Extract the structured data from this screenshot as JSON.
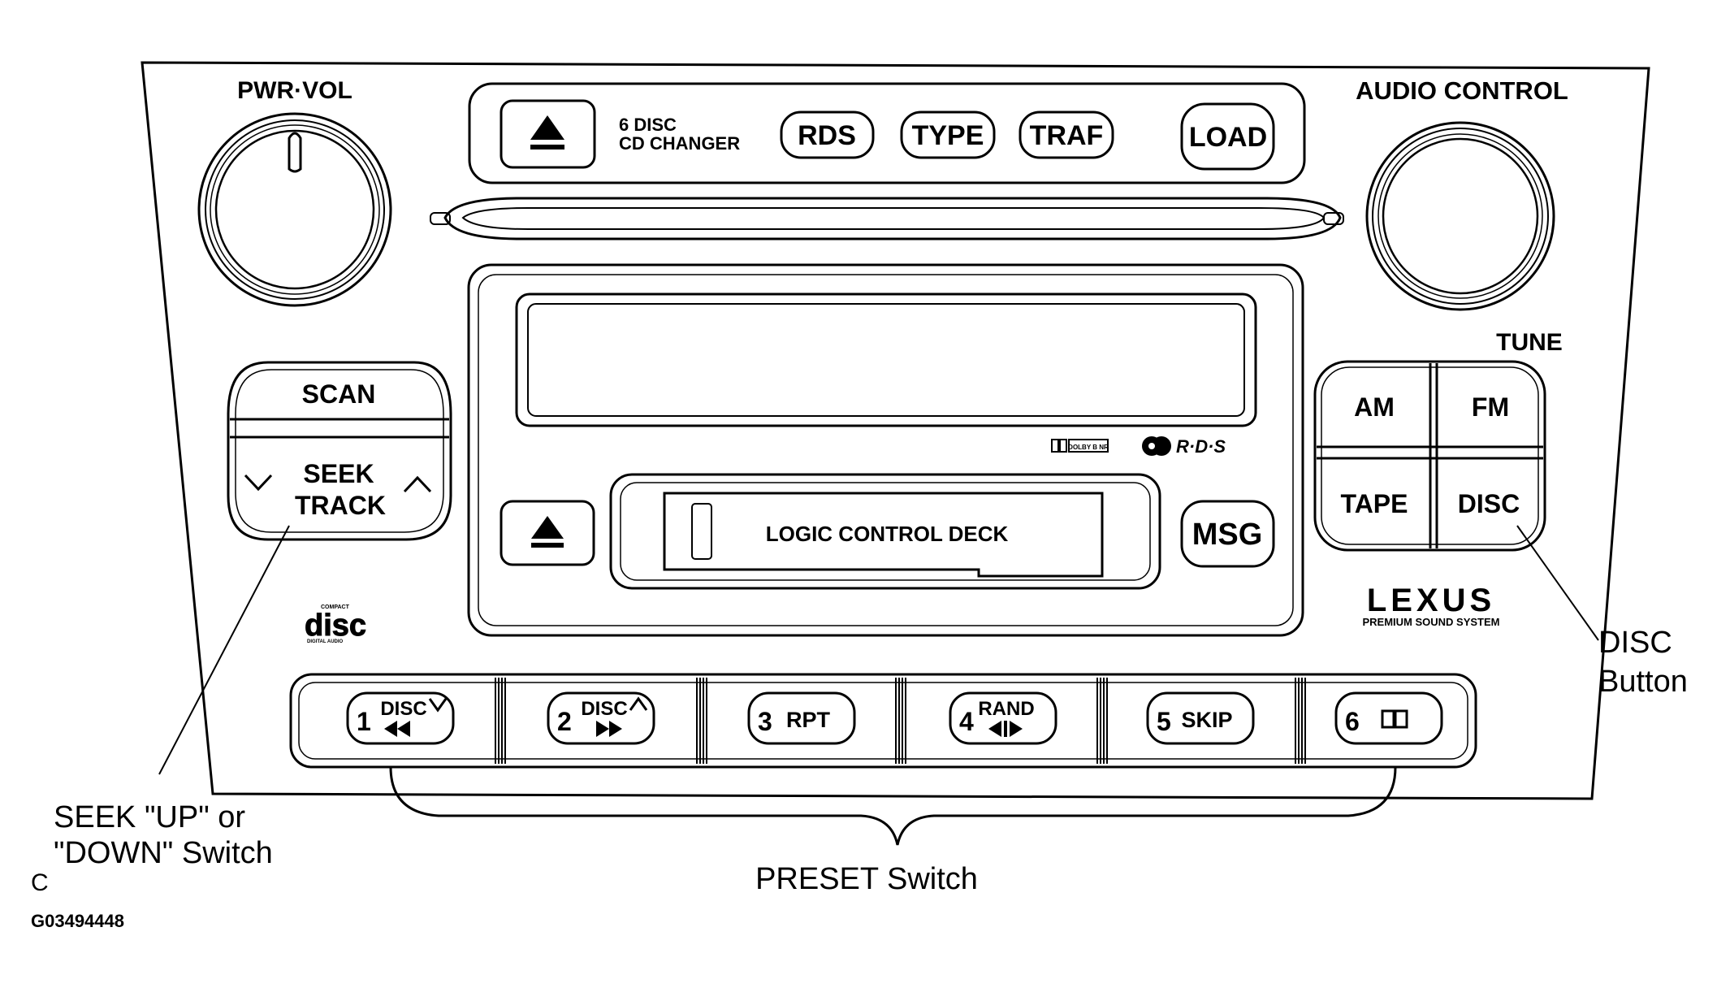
{
  "knobs": {
    "power_volume_label": "PWR·VOL",
    "audio_control_label": "AUDIO CONTROL",
    "tune_label": "TUNE"
  },
  "changer": {
    "eject_icon": "eject-icon",
    "label_line1": "6 DISC",
    "label_line2": "CD CHANGER",
    "buttons": [
      "RDS",
      "TYPE",
      "TRAF",
      "LOAD"
    ]
  },
  "left_controls": {
    "scan_label": "SCAN",
    "seek_label": "SEEK",
    "track_label": "TRACK"
  },
  "cassette": {
    "eject_icon": "eject-icon",
    "deck_label": "LOGIC CONTROL DECK",
    "msg_label": "MSG",
    "badges": {
      "dolby_text": "DOLBY B NR",
      "rds_text": "R·D·S"
    }
  },
  "source_buttons": [
    "AM",
    "FM",
    "TAPE",
    "DISC"
  ],
  "brand": {
    "logo_text": "LEXUS",
    "tagline": "PREMIUM SOUND SYSTEM"
  },
  "compact_disc_logo": {
    "top": "COMPACT",
    "main": "disc",
    "bottom": "DIGITAL AUDIO"
  },
  "presets": [
    {
      "number": "1",
      "label": "DISC",
      "icon": "rewind-icon"
    },
    {
      "number": "2",
      "label": "DISC",
      "icon": "fast-forward-icon"
    },
    {
      "number": "3",
      "label": "RPT",
      "icon": ""
    },
    {
      "number": "4",
      "label": "RAND",
      "icon": "random-icon"
    },
    {
      "number": "5",
      "label": "SKIP",
      "icon": ""
    },
    {
      "number": "6",
      "label": "",
      "icon": "dolby-icon"
    }
  ],
  "callouts": {
    "seek_line1": "SEEK \"UP\" or",
    "seek_line2": "\"DOWN\" Switch",
    "preset": "PRESET Switch",
    "disc_line1": "DISC",
    "disc_line2": "Button"
  },
  "figure": {
    "letter": "C",
    "id": "G03494448"
  }
}
